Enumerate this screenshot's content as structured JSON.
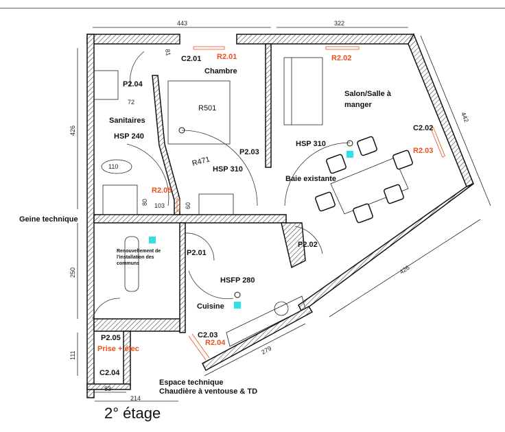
{
  "plan": {
    "title": "2° étage",
    "accent_color": "#e8501e",
    "light_color": "#2fe0e8",
    "dimensions": {
      "top_left": "443",
      "top_right": "322",
      "left_upper": "426",
      "right_slant": "442",
      "bottom_slant": "426",
      "kitchen_slant": "279",
      "left_middle": "250",
      "left_lower": "111",
      "bottom_small": "83",
      "bottom_wide": "214",
      "door_81": "81",
      "basin_72": "72",
      "wc_110": "110",
      "shower_80": "80",
      "shower_103": "103",
      "cabinet_60": "60"
    },
    "rooms": {
      "chambre": "Chambre",
      "sanitaires": "Sanitaires",
      "salon_line1": "Salon/Salle à",
      "salon_line2": "manger",
      "cuisine": "Cuisine"
    },
    "heights": {
      "sanitaires": "HSP 240",
      "chambre": "HSP 310",
      "salon": "HSP 310",
      "cuisine": "HSFP 280"
    },
    "labels": {
      "c201": "C2.01",
      "r201": "R2.01",
      "r501": "R501",
      "r471": "R471",
      "p204": "P2.04",
      "p203": "P2.03",
      "r205": "R2.05",
      "r202": "R2.02",
      "c202": "C2.02",
      "r203": "R2.03",
      "baie": "Baie existante",
      "gaine": "Geine technique",
      "renouv1": "Renouvellement de",
      "renouv2": "l'installation des",
      "renouv3": "communs",
      "p201": "P2.01",
      "p202": "P2.02",
      "p205": "P2.05",
      "prise": "Prise + élec",
      "c203": "C2.03",
      "r204": "R2.04",
      "c204": "C2.04",
      "espace1": "Espace technique",
      "espace2": "Chaudière à ventouse & TD"
    }
  }
}
